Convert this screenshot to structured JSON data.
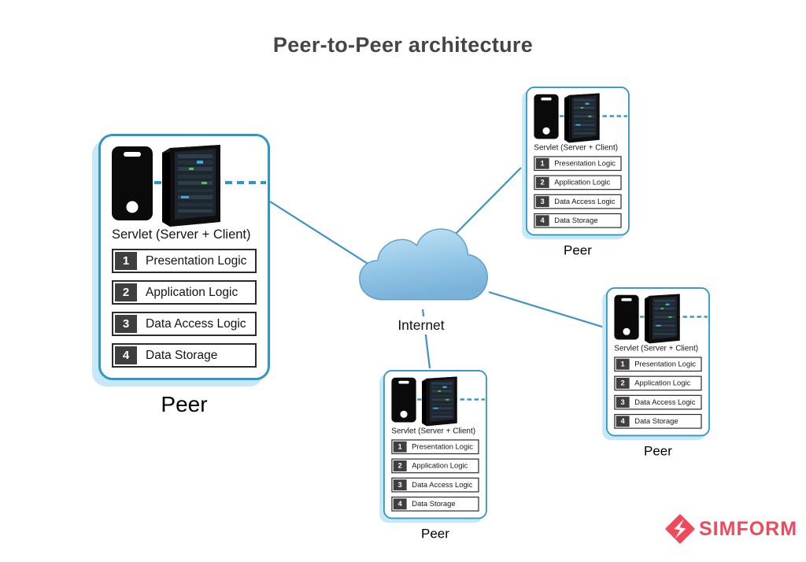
{
  "title": "Peer-to-Peer architecture",
  "cloud": {
    "label": "Internet"
  },
  "peers": [
    {
      "name": "Peer",
      "servlet_label": "Servlet (Server + Client)",
      "rows": [
        {
          "num": "1",
          "label": "Presentation Logic"
        },
        {
          "num": "2",
          "label": "Application Logic"
        },
        {
          "num": "3",
          "label": "Data Access Logic"
        },
        {
          "num": "4",
          "label": "Data Storage"
        }
      ]
    },
    {
      "name": "Peer",
      "servlet_label": "Servlet (Server + Client)",
      "rows": [
        {
          "num": "1",
          "label": "Presentation Logic"
        },
        {
          "num": "2",
          "label": "Application Logic"
        },
        {
          "num": "3",
          "label": "Data Access Logic"
        },
        {
          "num": "4",
          "label": "Data Storage"
        }
      ]
    },
    {
      "name": "Peer",
      "servlet_label": "Servlet (Server + Client)",
      "rows": [
        {
          "num": "1",
          "label": "Presentation Logic"
        },
        {
          "num": "2",
          "label": "Application Logic"
        },
        {
          "num": "3",
          "label": "Data Access Logic"
        },
        {
          "num": "4",
          "label": "Data Storage"
        }
      ]
    },
    {
      "name": "Peer",
      "servlet_label": "Servlet (Server + Client)",
      "rows": [
        {
          "num": "1",
          "label": "Presentation Logic"
        },
        {
          "num": "2",
          "label": "Application Logic"
        },
        {
          "num": "3",
          "label": "Data Access Logic"
        },
        {
          "num": "4",
          "label": "Data Storage"
        }
      ]
    }
  ],
  "logo": {
    "text": "SIMFORM"
  },
  "colors": {
    "box_border_blue": "#2f97c8",
    "box_shadow_blue": "#c6e8f7",
    "connection_line_blue": "#3d93c6",
    "cloud_top": "#bfe3f5",
    "cloud_bottom": "#7db4da",
    "badge_gray": "#3f3f41",
    "logo_pink": "#ef4a5b",
    "title_gray": "#454545"
  }
}
